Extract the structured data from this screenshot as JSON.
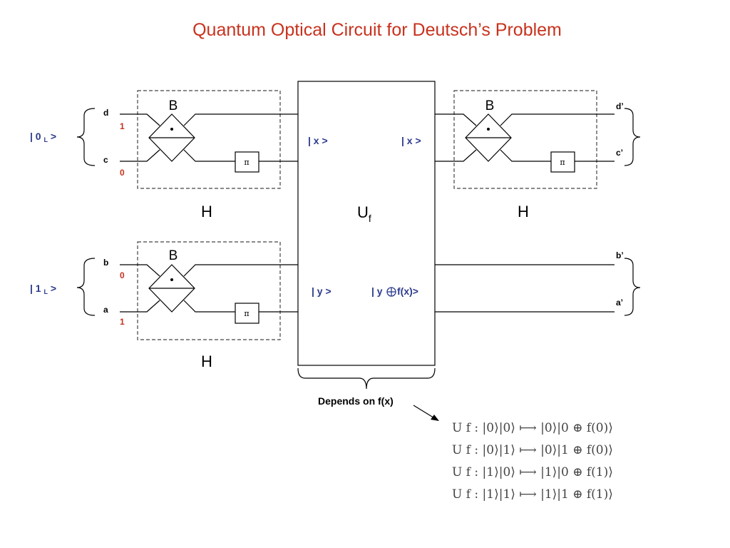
{
  "title": "Quantum Optical Circuit for Deutsch’s Problem",
  "input_top": {
    "state_prefix": "| 0 ",
    "state_sub": "L",
    "state_suffix": " >",
    "port_upper": "d",
    "port_lower": "c",
    "bit_upper": "1",
    "bit_lower": "0"
  },
  "input_bottom": {
    "state_prefix": "| 1 ",
    "state_sub": "L",
    "state_suffix": " >",
    "port_upper": "b",
    "port_lower": "a",
    "bit_upper": "0",
    "bit_lower": "1"
  },
  "beamsplitter_label": "B",
  "hadamard_label": "H",
  "phase_shifter_label": "π",
  "oracle": {
    "label": "U",
    "label_sub": "f",
    "in_x": "| x >",
    "out_x": "| x >",
    "in_y": "| y >",
    "out_y_prefix": "| y",
    "out_y_suffix": "f(x)>"
  },
  "outputs": {
    "d": "d’",
    "c": "c’",
    "b": "b’",
    "a": "a’"
  },
  "depends_label": "Depends on f(x)",
  "equations": [
    "U f : |0⟩|0⟩ ⟼ |0⟩|0 ⊕ f(0)⟩",
    "U f : |0⟩|1⟩ ⟼ |0⟩|1 ⊕ f(0)⟩",
    "U f : |1⟩|0⟩ ⟼ |1⟩|0 ⊕ f(1)⟩",
    "U f : |1⟩|1⟩ ⟼ |1⟩|1 ⊕ f(1)⟩"
  ]
}
